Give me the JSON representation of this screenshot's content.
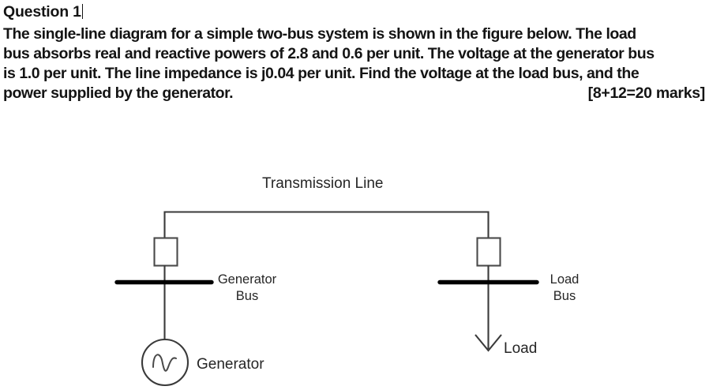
{
  "question": {
    "title": "Question 1",
    "lines": [
      "The single-line diagram for a simple two-bus system is shown in the figure below.  The load",
      "bus absorbs real and reactive powers of 2.8 and 0.6 per unit.  The voltage at the generator bus",
      "is 1.0 per unit. The line impedance is j0.04 per unit.  Find the voltage at the load bus, and the",
      "power supplied by the generator."
    ],
    "marks": "[8+12=20 marks]"
  },
  "diagram": {
    "transmission_line_label": "Transmission Line",
    "generator_bus_label_line1": "Generator",
    "generator_bus_label_line2": "Bus",
    "load_bus_label_line1": "Load",
    "load_bus_label_line2": "Bus",
    "generator_label": "Generator",
    "load_label": "Load",
    "colors": {
      "line": "#3a3a3a",
      "bus": "#000000",
      "text": "#262626",
      "background": "#ffffff"
    }
  }
}
